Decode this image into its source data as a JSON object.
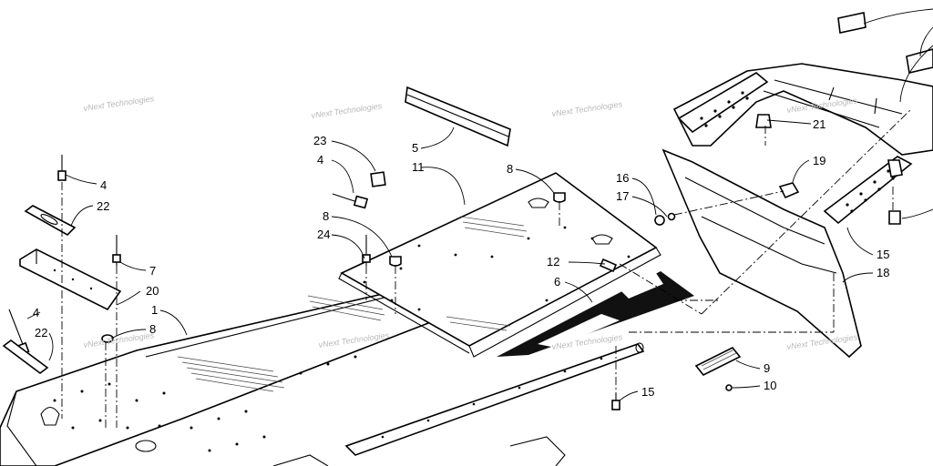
{
  "watermark": "vNext Technologies",
  "callouts": [
    {
      "id": "c1",
      "text": "1"
    },
    {
      "id": "c4a",
      "text": "4"
    },
    {
      "id": "c4b",
      "text": "4"
    },
    {
      "id": "c4c",
      "text": "4"
    },
    {
      "id": "c5",
      "text": "5"
    },
    {
      "id": "c6",
      "text": "6"
    },
    {
      "id": "c7",
      "text": "7"
    },
    {
      "id": "c8a",
      "text": "8"
    },
    {
      "id": "c8b",
      "text": "8"
    },
    {
      "id": "c8c",
      "text": "8"
    },
    {
      "id": "c9",
      "text": "9"
    },
    {
      "id": "c10",
      "text": "10"
    },
    {
      "id": "c11",
      "text": "11"
    },
    {
      "id": "c12",
      "text": "12"
    },
    {
      "id": "c15a",
      "text": "15"
    },
    {
      "id": "c15b",
      "text": "15"
    },
    {
      "id": "c16",
      "text": "16"
    },
    {
      "id": "c17",
      "text": "17"
    },
    {
      "id": "c18",
      "text": "18"
    },
    {
      "id": "c19",
      "text": "19"
    },
    {
      "id": "c20",
      "text": "20"
    },
    {
      "id": "c21",
      "text": "21"
    },
    {
      "id": "c22a",
      "text": "22"
    },
    {
      "id": "c22b",
      "text": "22"
    },
    {
      "id": "c23",
      "text": "23"
    },
    {
      "id": "c24",
      "text": "24"
    }
  ]
}
